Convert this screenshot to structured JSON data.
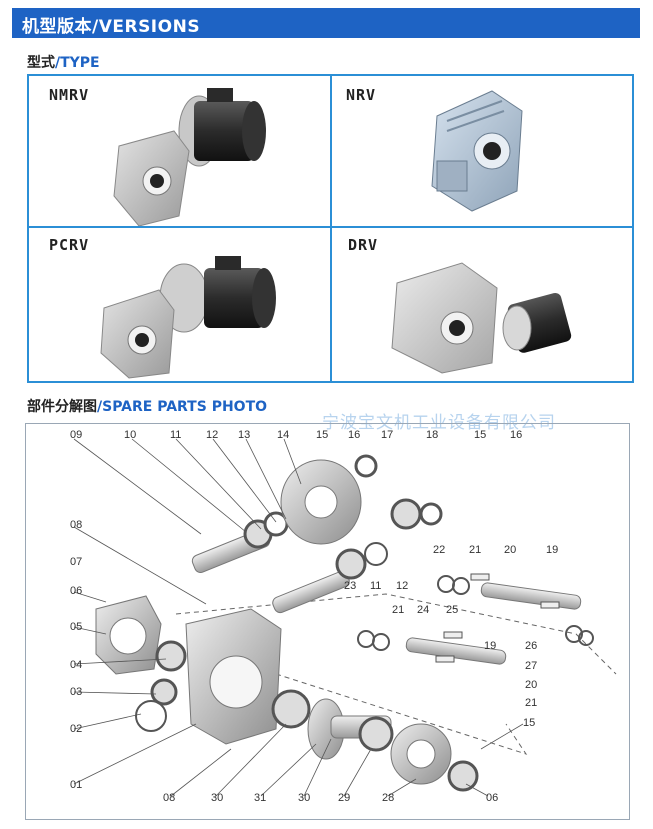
{
  "header": {
    "title": "机型版本/VERSIONS"
  },
  "type_section": {
    "cn": "型式",
    "en": "/TYPE"
  },
  "types": [
    {
      "label": "NMRV"
    },
    {
      "label": "NRV"
    },
    {
      "label": "PCRV"
    },
    {
      "label": "DRV"
    }
  ],
  "parts_section": {
    "cn": "部件分解图",
    "en": "/SPARE PARTS PHOTO"
  },
  "watermark": "宁波宝文机工业设备有限公司",
  "part_numbers": {
    "n09": "09",
    "n10": "10",
    "n11a": "11",
    "n12a": "12",
    "n13": "13",
    "n14": "14",
    "n15a": "15",
    "n16a": "16",
    "n17": "17",
    "n18": "18",
    "n15b": "15",
    "n16b": "16",
    "n08a": "08",
    "n22": "22",
    "n21a": "21",
    "n20a": "20",
    "n19a": "19",
    "n07": "07",
    "n23": "23",
    "n11b": "11",
    "n12b": "12",
    "n06a": "06",
    "n21b": "21",
    "n24": "24",
    "n25": "25",
    "n05": "05",
    "n19b": "19",
    "n26": "26",
    "n27": "27",
    "n04": "04",
    "n20b": "20",
    "n03": "03",
    "n21c": "21",
    "n02": "02",
    "n15c": "15",
    "n01": "01",
    "n08b": "08",
    "n30a": "30",
    "n31": "31",
    "n30b": "30",
    "n29": "29",
    "n28": "28",
    "n06b": "06"
  },
  "colors": {
    "banner": "#1e63c4",
    "border": "#2b8fd6",
    "accent": "#1e63c4"
  }
}
